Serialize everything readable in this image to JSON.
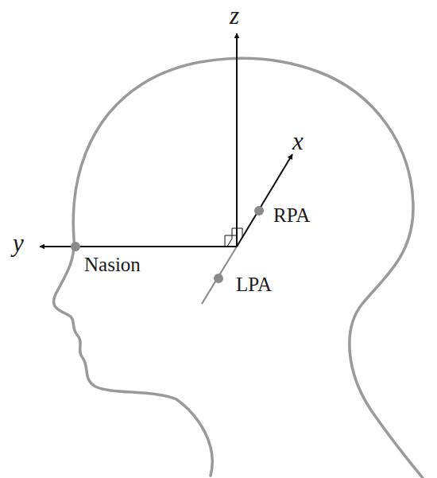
{
  "diagram": {
    "labels": [
      "z",
      "x",
      "RPA",
      "y",
      "Nasion",
      "LPA"
    ]
  }
}
